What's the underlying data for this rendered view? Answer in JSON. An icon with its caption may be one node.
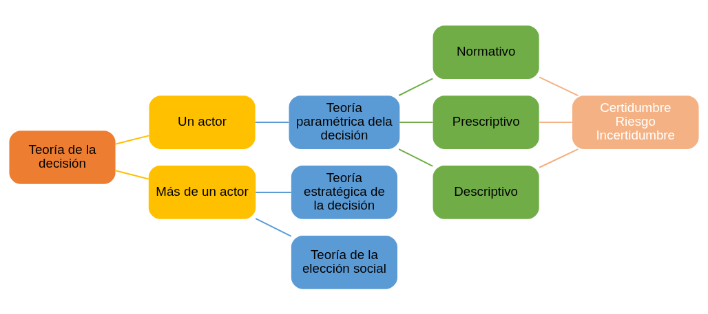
{
  "diagram": {
    "nodes": [
      {
        "text": [
          "Teoría de la decisión"
        ]
      },
      {
        "text": [
          "Un actor"
        ]
      },
      {
        "text": [
          "Más de un actor"
        ]
      },
      {
        "text": [
          "Teoría paramétrica dela decisión"
        ]
      },
      {
        "text": [
          "Teoría estratégica de la decisión"
        ]
      },
      {
        "text": [
          "Teoría de la elección social"
        ]
      },
      {
        "text": [
          "Normativo"
        ]
      },
      {
        "text": [
          "Prescriptivo"
        ]
      },
      {
        "text": [
          "Descriptivo"
        ]
      },
      {
        "text": [
          "Certidumbre Riesgo Incertidumbre"
        ]
      }
    ],
    "edges": [
      {
        "from": 0,
        "to": 1,
        "arrow": "none",
        "color": "#ffc000"
      },
      {
        "from": 0,
        "to": 2,
        "arrow": "none",
        "color": "#ffc000"
      },
      {
        "from": 1,
        "to": 3,
        "arrow": "none",
        "color": "#5b9bd5"
      },
      {
        "from": 2,
        "to": 4,
        "arrow": "none",
        "color": "#5b9bd5"
      },
      {
        "from": 2,
        "to": 5,
        "arrow": "none",
        "color": "#5b9bd5"
      },
      {
        "from": 3,
        "to": 6,
        "arrow": "none",
        "color": "#70ad47"
      },
      {
        "from": 3,
        "to": 7,
        "arrow": "none",
        "color": "#70ad47"
      },
      {
        "from": 3,
        "to": 8,
        "arrow": "none",
        "color": "#70ad47"
      },
      {
        "from": 6,
        "to": 9,
        "arrow": "none",
        "color": "#f4b183"
      },
      {
        "from": 7,
        "to": 9,
        "arrow": "none",
        "color": "#f4b183"
      },
      {
        "from": 8,
        "to": 9,
        "arrow": "none",
        "color": "#f4b183"
      }
    ]
  }
}
